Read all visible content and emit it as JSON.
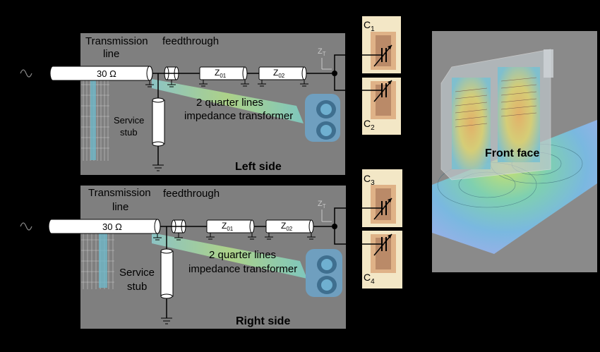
{
  "left_panel": {
    "transmission_line_1": "Transmission",
    "transmission_line_2": "line",
    "feedthrough": "feedthrough",
    "impedance": "30 Ω",
    "z01_main": "Z",
    "z01_sub": "01",
    "z02_main": "Z",
    "z02_sub": "02",
    "zt_main": "Z",
    "zt_sub": "T",
    "quarter_lines_1": "2 quarter lines",
    "quarter_lines_2": "impedance transformer",
    "service_stub_1": "Service",
    "service_stub_2": "stub",
    "side_label": "Left side"
  },
  "right_panel": {
    "transmission_line_1": "Transmission",
    "transmission_line_2": "line",
    "feedthrough": "feedthrough",
    "impedance": "30 Ω",
    "z01_main": "Z",
    "z01_sub": "01",
    "z02_main": "Z",
    "z02_sub": "02",
    "zt_main": "Z",
    "zt_sub": "T",
    "quarter_lines_1": "2 quarter lines",
    "quarter_lines_2": "impedance transformer",
    "service_stub_1": "Service",
    "service_stub_2": "stub",
    "side_label": "Right side"
  },
  "capacitors": [
    {
      "main": "C",
      "sub": "1"
    },
    {
      "main": "C",
      "sub": "2"
    },
    {
      "main": "C",
      "sub": "3"
    },
    {
      "main": "C",
      "sub": "4"
    }
  ],
  "front_face_label": "Front face",
  "colors": {
    "panel": "#7f7f7f",
    "cable": "#ffffff",
    "background": "#000000",
    "capacitor_bg": "#f3e7c6",
    "front_panel": "#8a8a8a"
  }
}
